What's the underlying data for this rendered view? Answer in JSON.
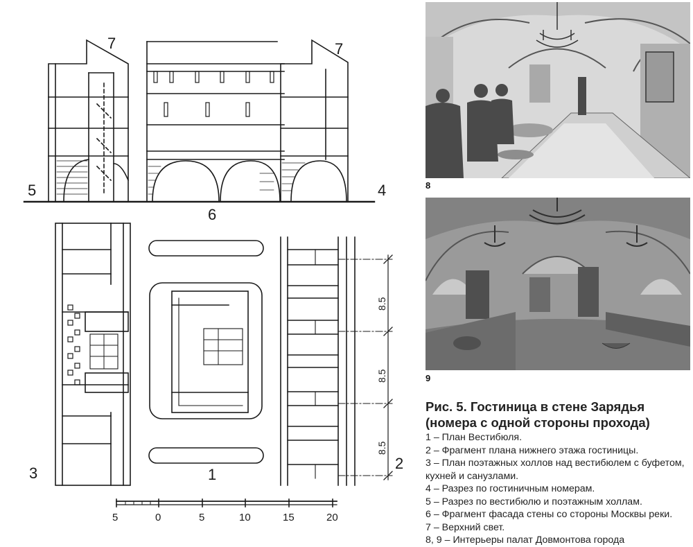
{
  "figure": {
    "caption_title_line1": "Рис. 5. Гостиница в стене Зарядья",
    "caption_title_line2": "(номера с одной стороны прохода)",
    "legend": [
      "1 – План Вестибюля.",
      "2 – Фрагмент плана нижнего этажа гостиницы.",
      "3 – План поэтажных холлов над вестибюлем с буфетом,",
      "кухней и санузлами.",
      "4 – Разрез по гостиничным номерам.",
      "5 – Разрез по вестибюлю и поэтажным холлам.",
      "6 – Фрагмент фасада стены со стороны Москвы  реки.",
      "7 – Верхний свет.",
      "8, 9 – Интерьеры палат Довмонтова города"
    ]
  },
  "drawing_labels": {
    "top_left_7": "7",
    "top_right_7": "7",
    "section_5": "5",
    "section_4": "4",
    "facade_6": "6",
    "plan_3": "3",
    "plan_1": "1",
    "plan_2": "2"
  },
  "dimensions": [
    "8.5",
    "8.5",
    "8.5"
  ],
  "scale_bar": {
    "ticks": [
      "5",
      "0",
      "5",
      "10",
      "15",
      "20"
    ]
  },
  "photos": {
    "photo_8_number": "8",
    "photo_9_number": "9"
  }
}
